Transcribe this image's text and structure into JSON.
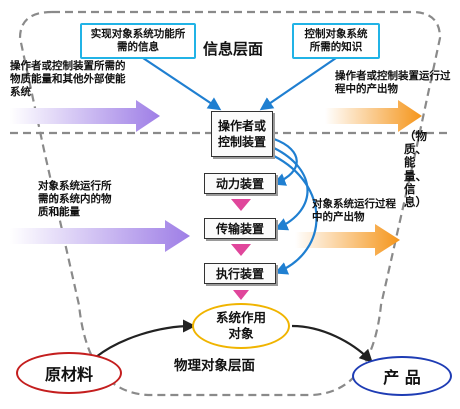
{
  "texts": {
    "need_info": "实现对象系统功能所需的信息",
    "control_knowledge": "控制对象系统所需的知识",
    "info_layer": "信息层面",
    "left_top_input": "操作者或控制装置所需的物质能量和其他外部使能系统",
    "right_top_output": "操作者或控制装置运行过程中的产出物",
    "side_vertical": "（物质、能量、信息）",
    "operator": "操作者或控制装置",
    "power_device": "动力装置",
    "transmission_device": "传输装置",
    "execution_device": "执行装置",
    "left_mid_input": "对象系统运行所需的系统内的物质和能量",
    "right_mid_output": "对象系统运行过程中的产出物",
    "system_object": "系统作用对象",
    "raw_material": "原材料",
    "physical_layer": "物理对象层面",
    "product": "产 品"
  },
  "colors": {
    "cyan": "#21b3e6",
    "blue": "#1f7fd1",
    "purple_arrow": "#a07be0",
    "orange_arrow": "#f59a1e",
    "triangle": "#e0469b",
    "yellow": "#f0b400",
    "red": "#c41e1e",
    "navy": "#1e3cb4"
  }
}
